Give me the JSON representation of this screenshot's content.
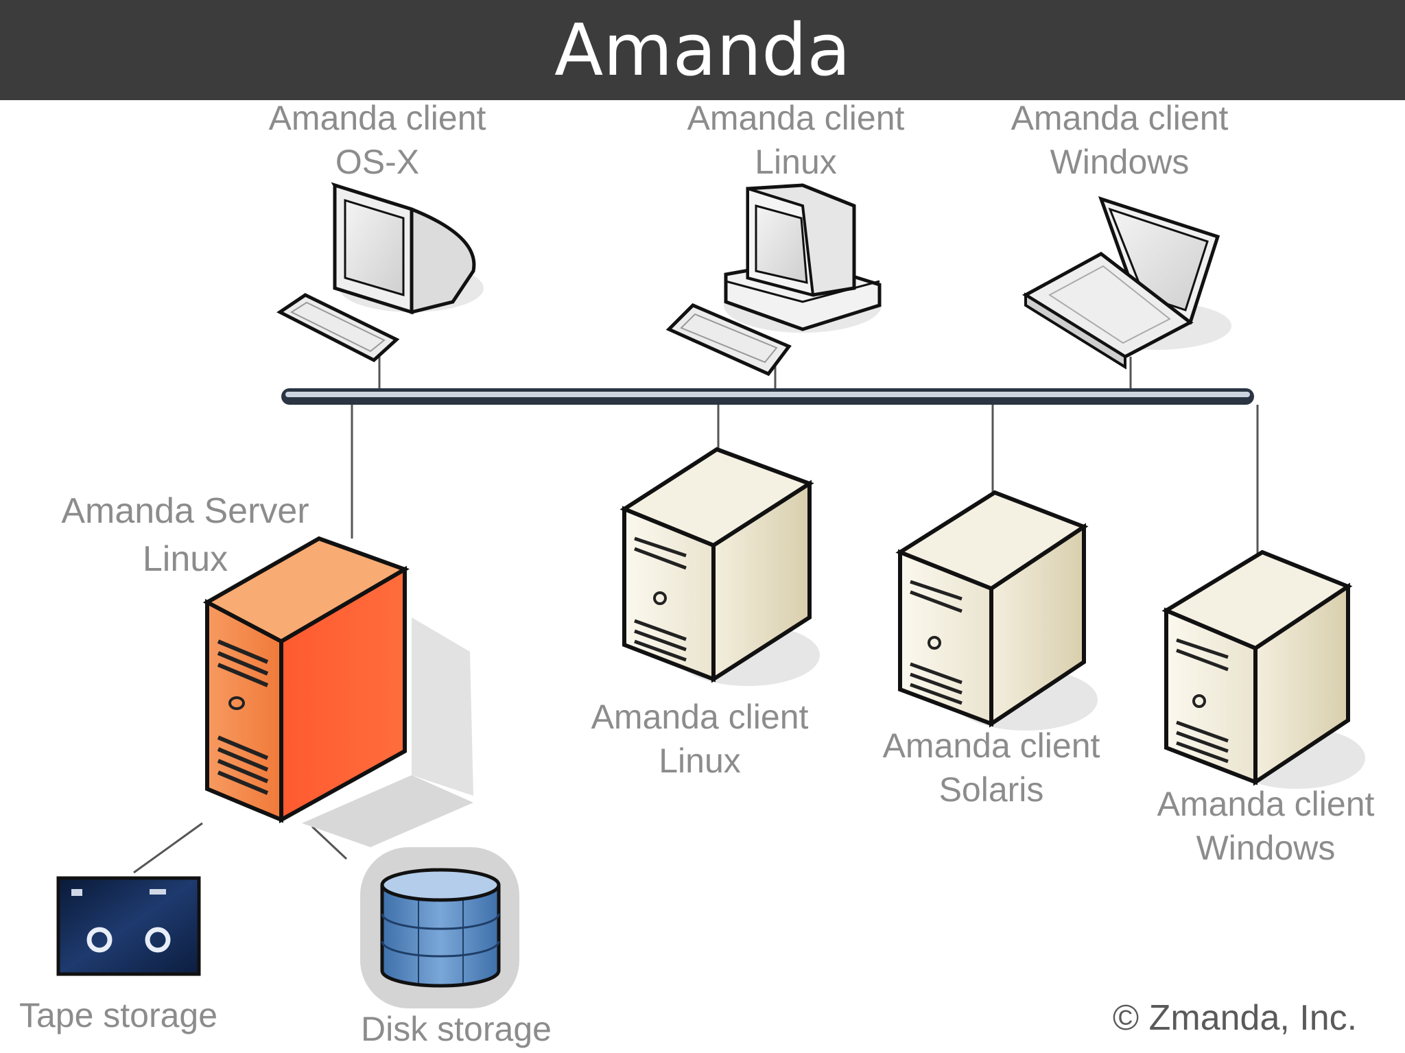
{
  "title": "Amanda",
  "nodes": {
    "client_osx": {
      "line1": "Amanda client",
      "line2": "OS-X"
    },
    "client_linux_desktop": {
      "line1": "Amanda client",
      "line2": "Linux"
    },
    "client_windows_laptop": {
      "line1": "Amanda client",
      "line2": "Windows"
    },
    "server": {
      "line1": "Amanda Server",
      "line2": "Linux"
    },
    "client_linux_server": {
      "line1": "Amanda client",
      "line2": "Linux"
    },
    "client_solaris_server": {
      "line1": "Amanda client",
      "line2": "Solaris"
    },
    "client_windows_server": {
      "line1": "Amanda client",
      "line2": "Windows"
    },
    "tape_storage": "Tape storage",
    "disk_storage": "Disk storage"
  },
  "copyright": "© Zmanda, Inc.",
  "colors": {
    "title_bar": "#3c3c3c",
    "server_tower": "#ff6a3d",
    "client_tower": "#ece4cc",
    "disk": "#5b8cc4",
    "label_text": "#8c8c8c"
  }
}
